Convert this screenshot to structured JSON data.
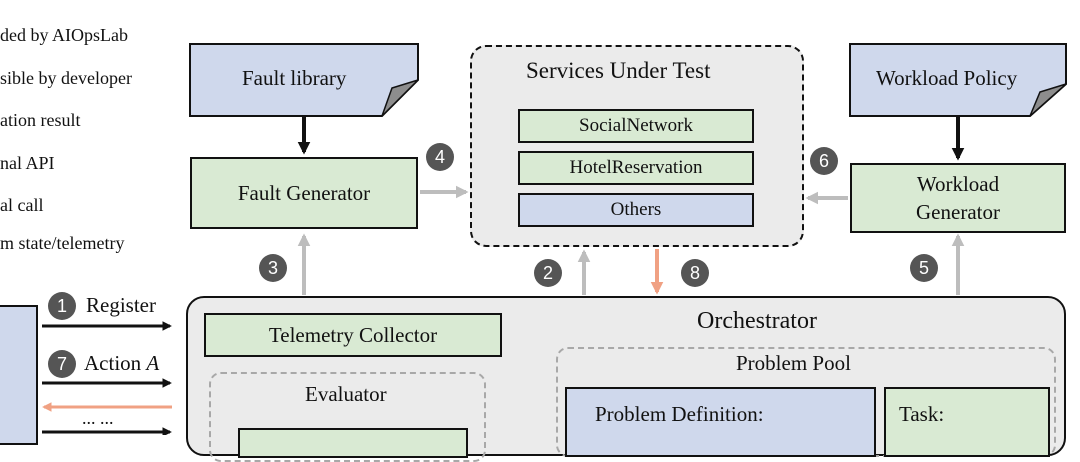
{
  "legend": {
    "items": [
      {
        "text": "ded by AIOpsLab"
      },
      {
        "text": "sible by developer"
      },
      {
        "text": "ation result"
      },
      {
        "text": "nal API"
      },
      {
        "text": "al call"
      },
      {
        "text": "m state/telemetry"
      }
    ]
  },
  "fault_library": {
    "label": "Fault library"
  },
  "workload_policy": {
    "label": "Workload Policy"
  },
  "fault_generator": {
    "label": "Fault Generator"
  },
  "workload_generator": {
    "line1": "Workload",
    "line2": "Generator"
  },
  "services": {
    "title": "Services Under Test",
    "items": [
      "SocialNetwork",
      "HotelReservation",
      "Others"
    ]
  },
  "steps": {
    "s1": "1",
    "s2": "2",
    "s3": "3",
    "s4": "4",
    "s5": "5",
    "s6": "6",
    "s7": "7",
    "s8": "8"
  },
  "agent_actions": {
    "register": "Register",
    "action_prefix": "Action",
    "action_var": "A",
    "ellipsis": "... ..."
  },
  "orchestrator": {
    "title": "Orchestrator",
    "telemetry_collector": "Telemetry Collector",
    "evaluator": "Evaluator",
    "problem_pool": "Problem Pool",
    "problem_definition": "Problem Definition:",
    "task": "Task:"
  },
  "colors": {
    "green_fill": "#d9ead3",
    "blue_fill": "#cfd8ec",
    "grey_arrow": "#bdbdbd",
    "orange_arrow": "#f0a183",
    "badge": "#555555"
  }
}
